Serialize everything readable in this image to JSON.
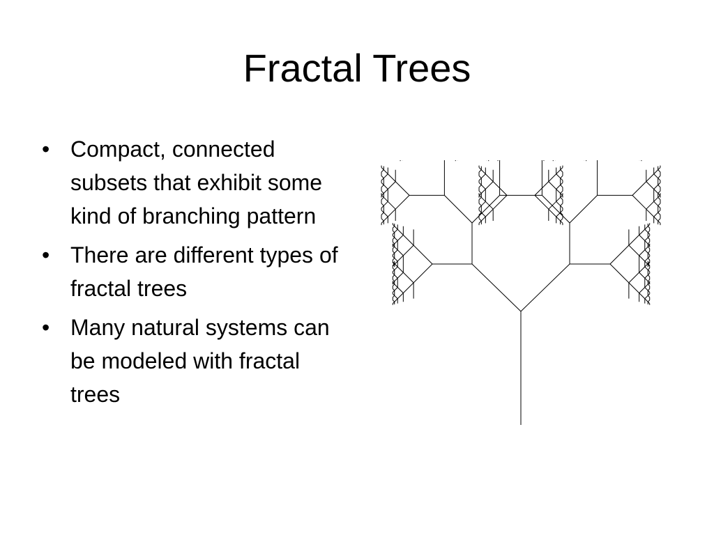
{
  "slide": {
    "title": "Fractal Trees",
    "bullet_glyph": "•",
    "bullets": [
      "Compact, connected subsets that exhibit some kind of branching pattern",
      "There are different types of fractal trees",
      "Many natural systems can be modeled with fractal trees"
    ]
  },
  "figure": {
    "icon": "fractal-tree-icon",
    "stroke_color": "#000000",
    "background_color": "#ffffff"
  }
}
